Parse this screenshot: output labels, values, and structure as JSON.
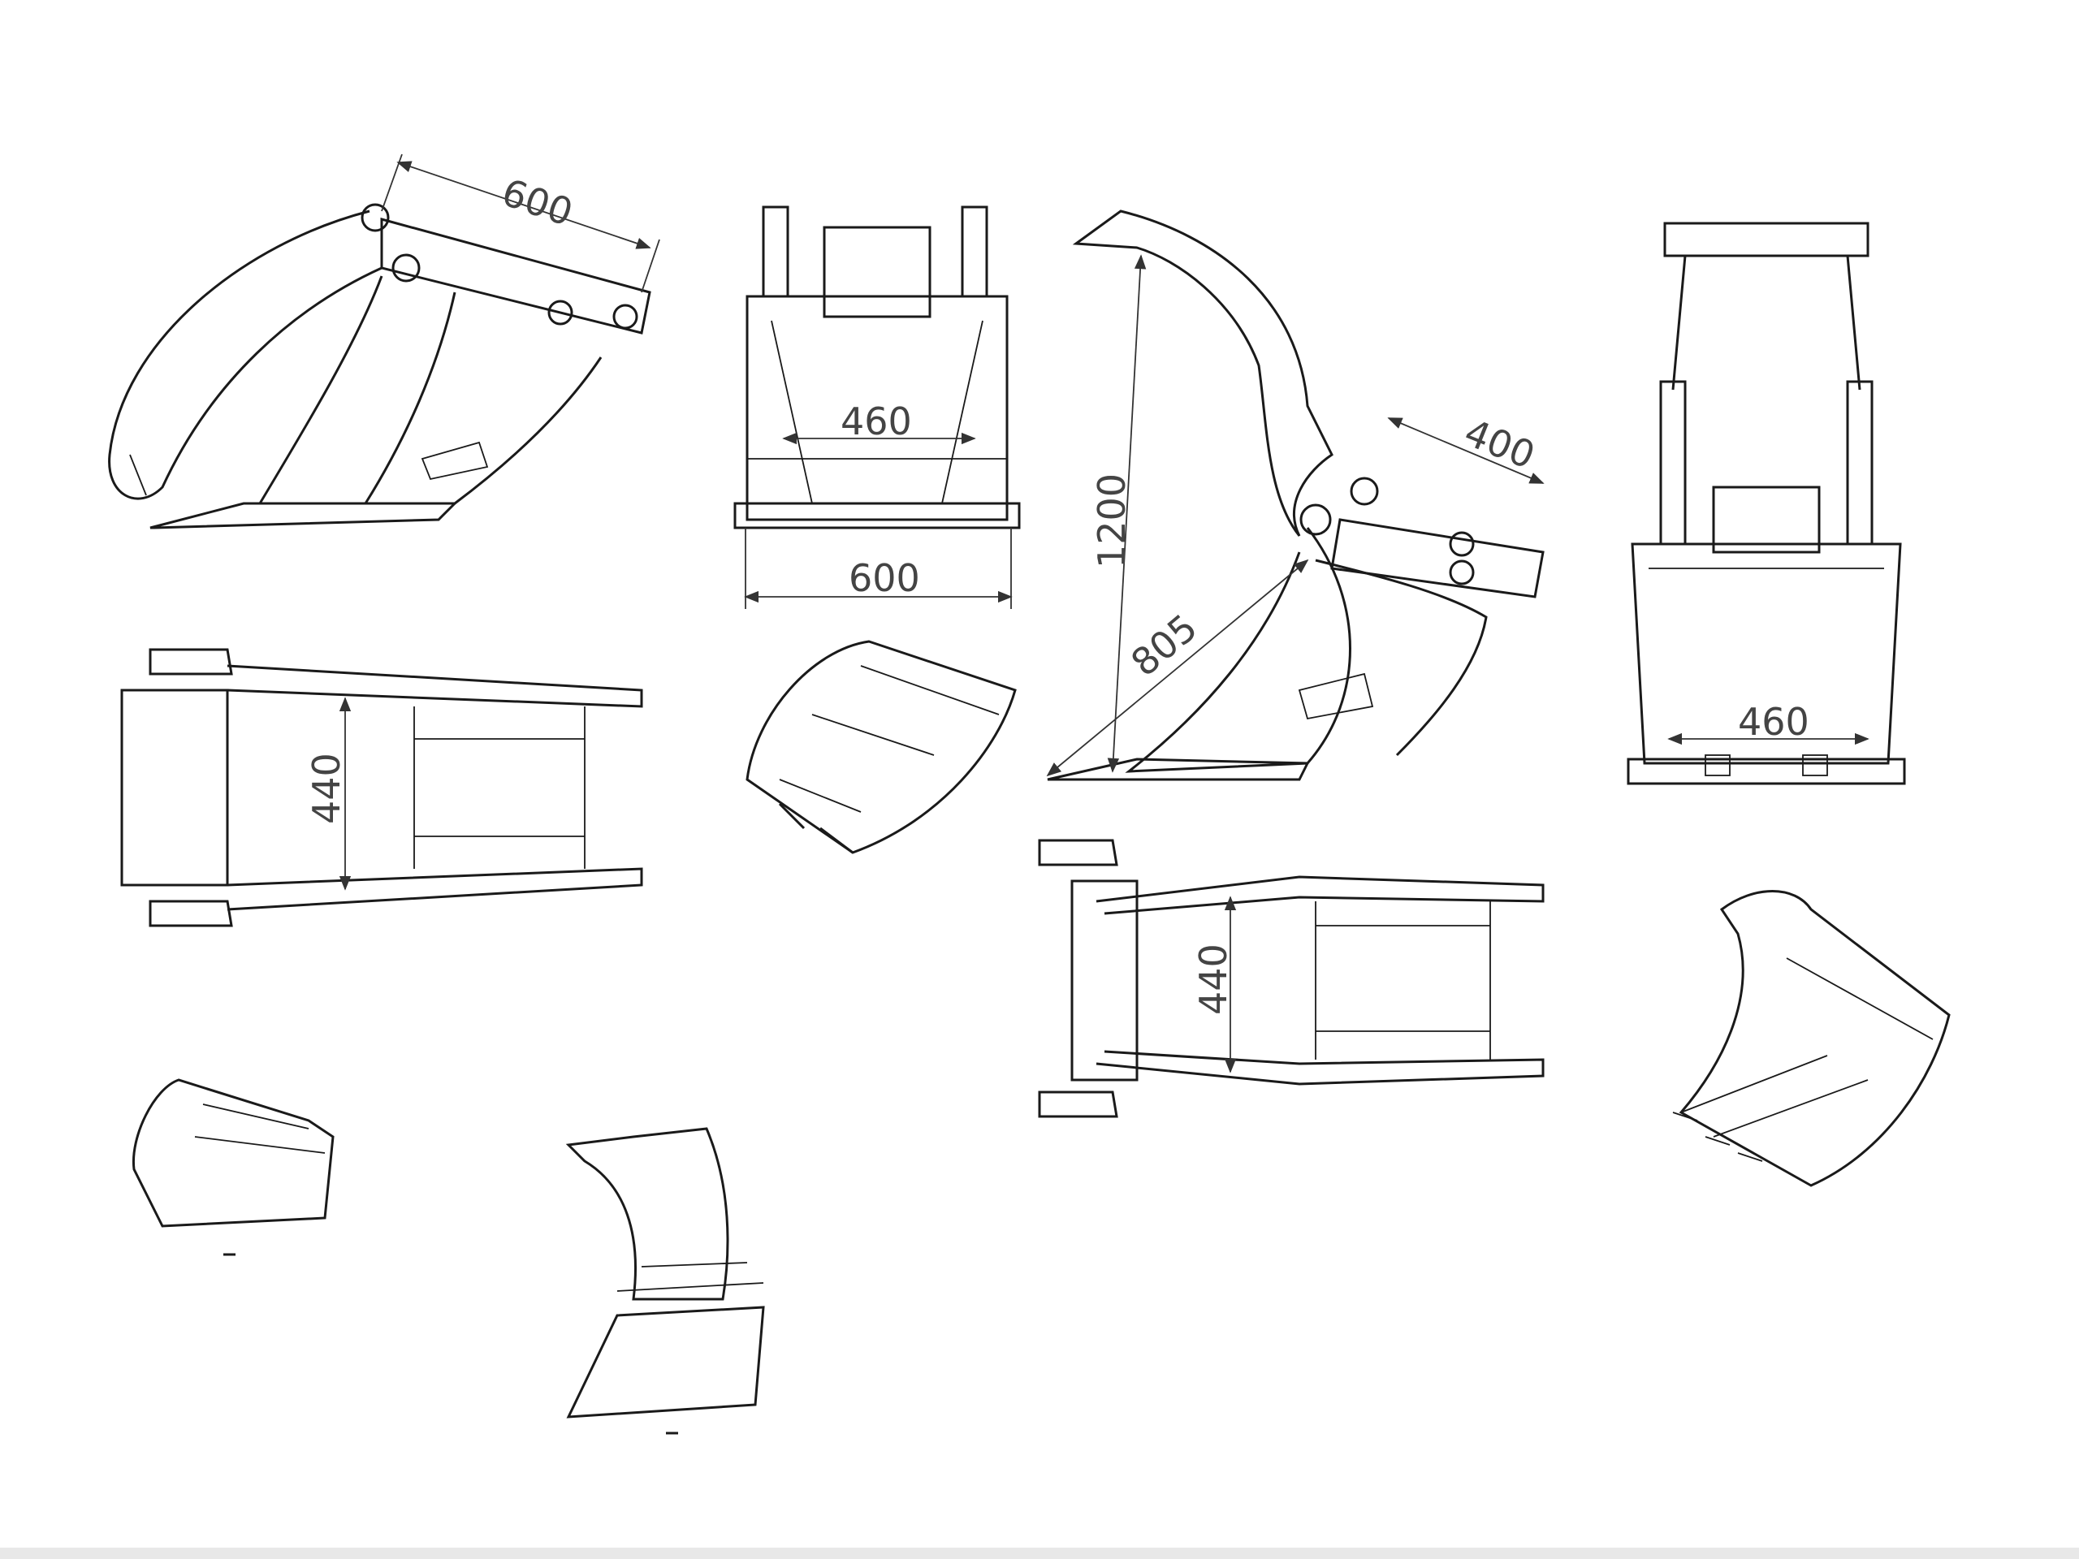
{
  "dimensions": {
    "side_view_width": "600",
    "front_view_inner_width": "460",
    "front_view_outer_width": "600",
    "large_side_height": "1200",
    "large_side_top_width": "400",
    "large_side_depth": "805",
    "large_front_inner_width": "460",
    "top_view_width_left": "440",
    "top_view_width_right": "440"
  }
}
